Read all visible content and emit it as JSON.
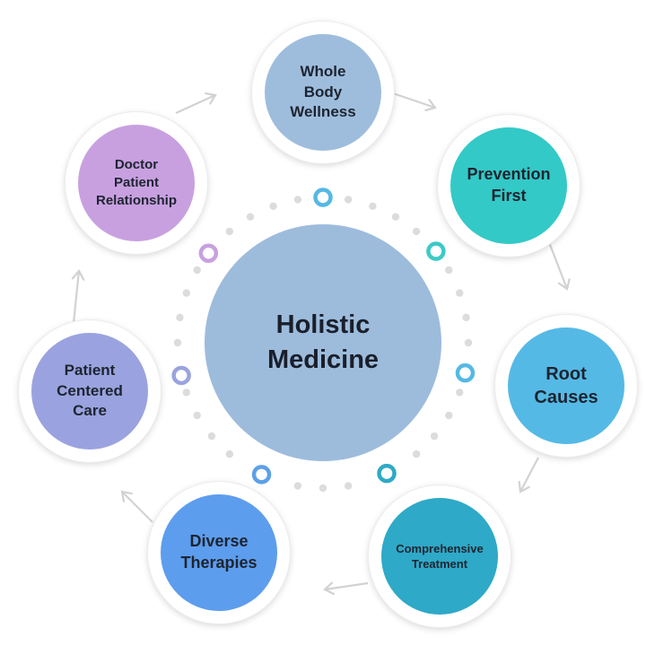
{
  "center": {
    "label": "Holistic\nMedicine",
    "color": "#9dbcdc"
  },
  "nodes": [
    {
      "id": "whole-body-wellness",
      "label": "Whole\nBody\nWellness",
      "color": "#9ebddd"
    },
    {
      "id": "prevention-first",
      "label": "Prevention\nFirst",
      "color": "#33c9c7"
    },
    {
      "id": "root-causes",
      "label": "Root\nCauses",
      "color": "#55b9e5"
    },
    {
      "id": "comprehensive-treatment",
      "label": "Comprehensive\nTreatment",
      "color": "#2ea9c7"
    },
    {
      "id": "diverse-therapies",
      "label": "Diverse\nTherapies",
      "color": "#5d9ded"
    },
    {
      "id": "patient-centered-care",
      "label": "Patient\nCentered\nCare",
      "color": "#9aa3df"
    },
    {
      "id": "doctor-patient-relationship",
      "label": "Doctor\nPatient\nRelationship",
      "color": "#c8a0e0"
    }
  ],
  "ring_colors": [
    "#56b8e4",
    "#3ccac6",
    "#56b8e4",
    "#2eaac6",
    "#5da0e8",
    "#9aa3df",
    "#c8a0e0"
  ],
  "dot_color": "#dcdcdc",
  "arrow_color": "#d2d2d2"
}
